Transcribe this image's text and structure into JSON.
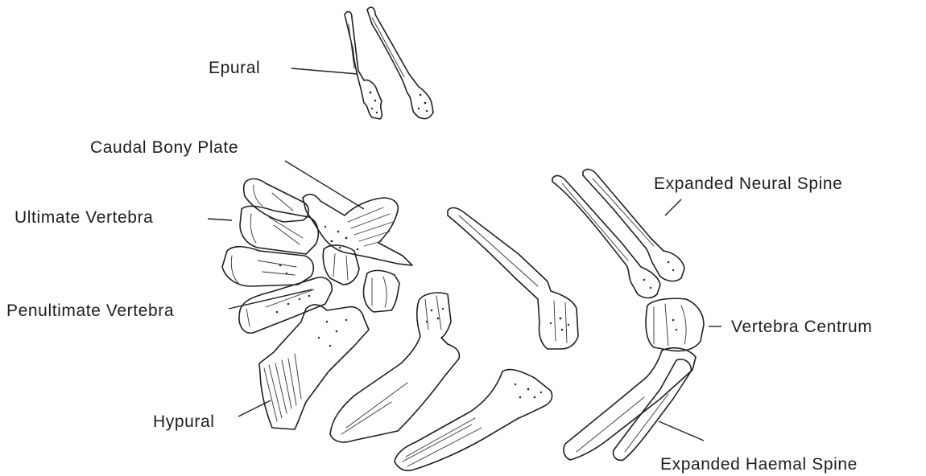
{
  "labels": {
    "epural": "Epural",
    "caudal_bony_plate": "Caudal Bony Plate",
    "ultimate_vertebra": "Ultimate Vertebra",
    "penultimate_vertebra": "Penultimate Vertebra",
    "hypural": "Hypural",
    "expanded_neural_spine": "Expanded Neural Spine",
    "vertebra_centrum": "Vertebra Centrum",
    "expanded_haemal_spine": "Expanded Haemal Spine"
  },
  "colors": {
    "ink": "#1f1f1f",
    "paper": "#ffffff"
  }
}
